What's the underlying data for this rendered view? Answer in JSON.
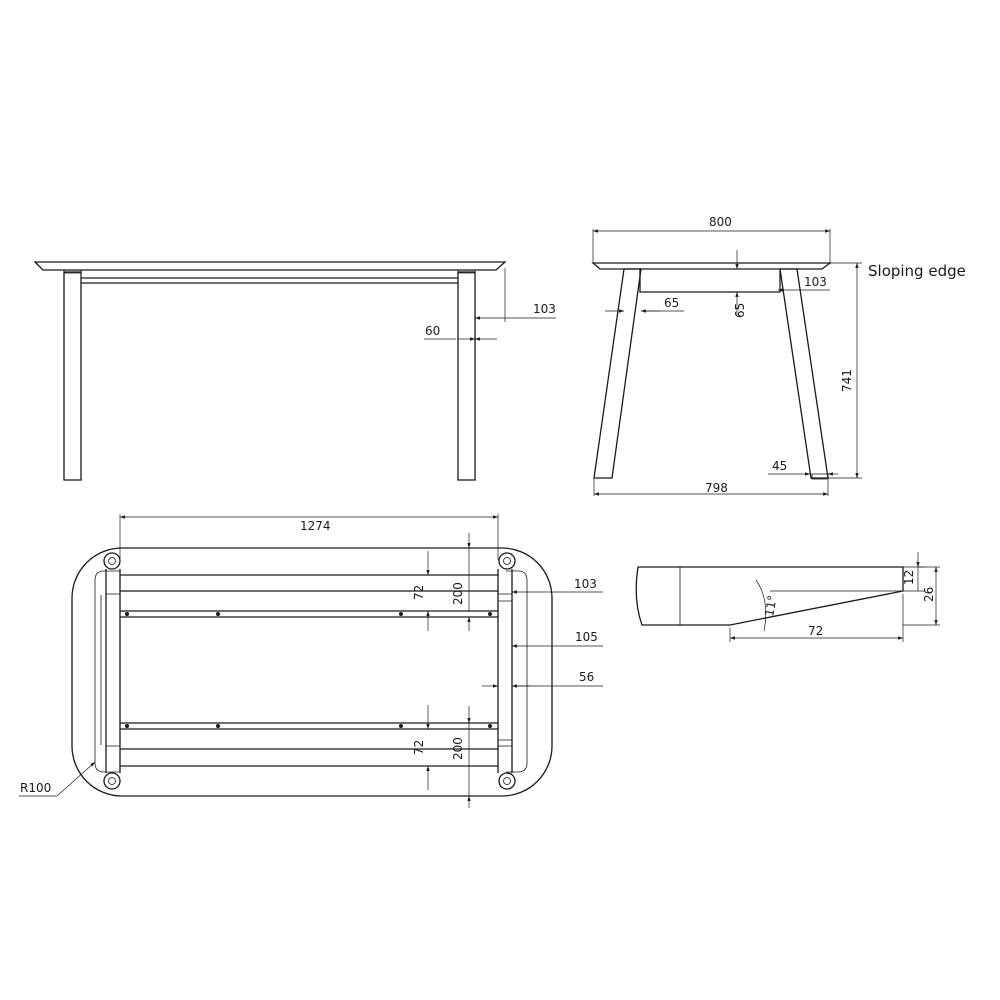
{
  "note": "Sloping edge",
  "front_view": {
    "dim_103": "103",
    "dim_60": "60"
  },
  "side_view": {
    "width_top": "800",
    "width_bottom": "798",
    "height": "741",
    "dim_65_h": "65",
    "dim_65_v": "65",
    "dim_103": "103",
    "dim_45": "45"
  },
  "plan_view": {
    "span": "1274",
    "dim_72_top": "72",
    "dim_200_top": "200",
    "dim_72_bottom": "72",
    "dim_200_bottom": "200",
    "dim_103": "103",
    "dim_105": "105",
    "dim_56": "56",
    "radius": "R100"
  },
  "edge_detail": {
    "angle": "11°",
    "thickness_tip": "12",
    "thickness": "26",
    "bevel_length": "72"
  }
}
